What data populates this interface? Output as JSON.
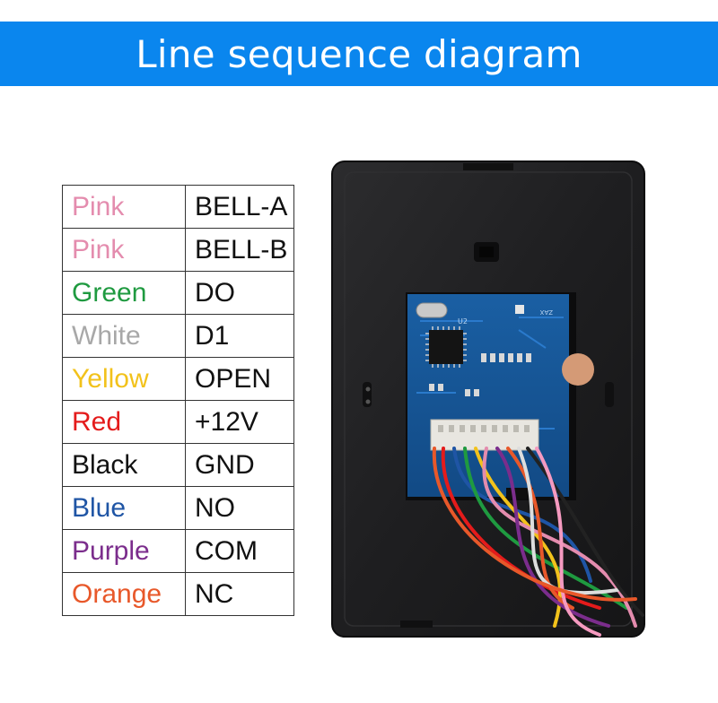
{
  "header": {
    "title": "Line sequence diagram",
    "background": "#0a86ee"
  },
  "wiring": {
    "rows": [
      {
        "color": "Pink",
        "signal": "BELL-A",
        "hex": "#e48cae"
      },
      {
        "color": "Pink",
        "signal": "BELL-B",
        "hex": "#e48cae"
      },
      {
        "color": "Green",
        "signal": "DO",
        "hex": "#1f9a40"
      },
      {
        "color": "White",
        "signal": "D1",
        "hex": "#a8a8a8"
      },
      {
        "color": "Yellow",
        "signal": "OPEN",
        "hex": "#f2c21b"
      },
      {
        "color": "Red",
        "signal": "+12V",
        "hex": "#e41b1b"
      },
      {
        "color": "Black",
        "signal": "GND",
        "hex": "#111111"
      },
      {
        "color": "Blue",
        "signal": "NO",
        "hex": "#1f55a5"
      },
      {
        "color": "Purple",
        "signal": "COM",
        "hex": "#7b2d8c"
      },
      {
        "color": "Orange",
        "signal": "NC",
        "hex": "#e8582a"
      }
    ]
  },
  "device": {
    "pcb_labels": {
      "chip": "U2",
      "connector": "ZAX"
    },
    "wire_colors": [
      "#e41b1b",
      "#1f55a5",
      "#1f9a40",
      "#f2c21b",
      "#e48cae",
      "#7b2d8c",
      "#e8582a",
      "#dddddd",
      "#222222",
      "#f59ac0"
    ]
  }
}
